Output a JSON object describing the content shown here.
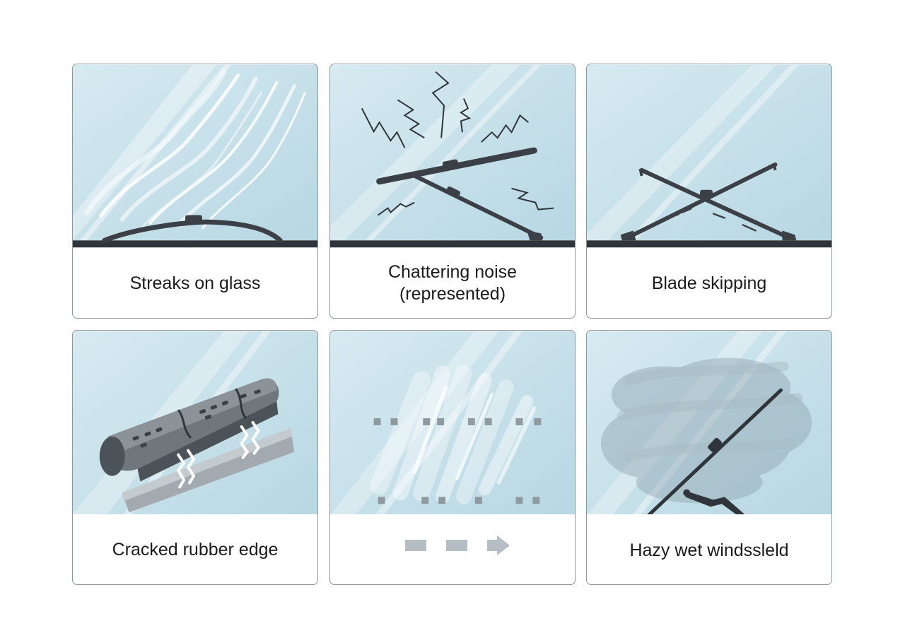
{
  "panels": [
    {
      "id": "streaks",
      "caption": "Streaks on glass"
    },
    {
      "id": "chattering",
      "caption": "Chattering noise\n(represented)"
    },
    {
      "id": "skipping",
      "caption": "Blade skipping"
    },
    {
      "id": "cracked",
      "caption": "Cracked rubber edge"
    },
    {
      "id": "smearing",
      "caption": ""
    },
    {
      "id": "hazy",
      "caption": "Hazy wet windssleld"
    }
  ],
  "colors": {
    "glass": "#bcdbe6",
    "glass_light": "#d4e8ef",
    "blade": "#3a4046",
    "border": "#8e969c",
    "icon_gray": "#b4bec4"
  }
}
